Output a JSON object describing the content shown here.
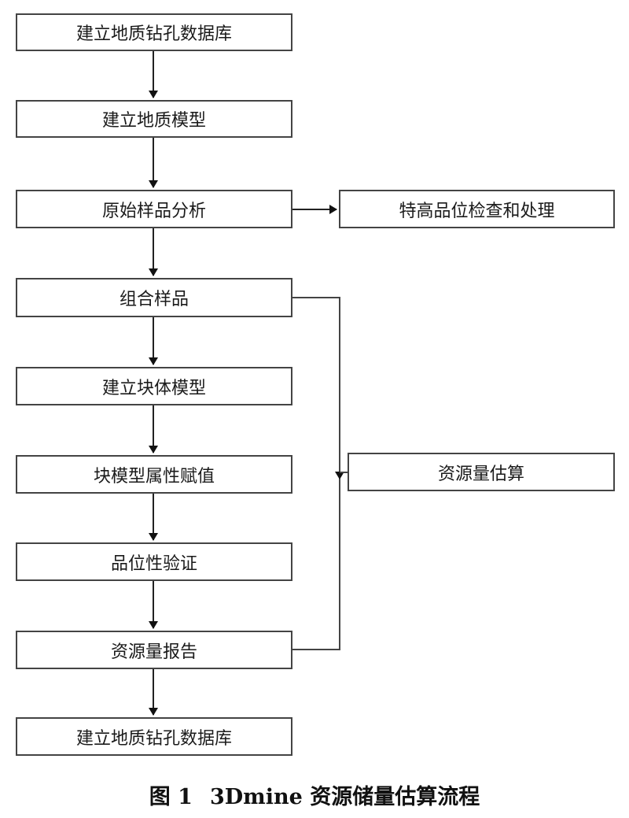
{
  "flowchart": {
    "steps": [
      "建立地质钻孔数据库",
      "建立地质模型",
      "原始样品分析",
      "组合样品",
      "建立块体模型",
      "块模型属性赋值",
      "品位性验证",
      "资源量报告",
      "建立地质钻孔数据库"
    ],
    "side_steps": {
      "high_grade": "特高品位检查和处理",
      "estimation": "资源量估算"
    }
  },
  "caption": {
    "figure_number": "图 1",
    "text": "3Dmine 资源储量估算流程"
  }
}
